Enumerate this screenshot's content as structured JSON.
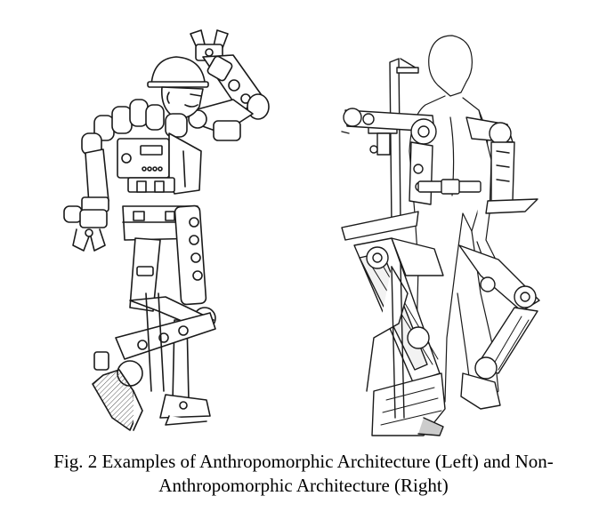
{
  "caption": {
    "line1": "Fig. 2 Examples of Anthropomorphic Architecture (Left) and Non-",
    "line2": "Anthropomorphic Architecture (Right)"
  },
  "colors": {
    "ink": "#1a1a1a",
    "fill": "#ffffff",
    "shade": "#9a9a9a"
  },
  "figure": {
    "left_panel": "anthropomorphic-exoskeleton-drawing",
    "right_panel": "non-anthropomorphic-exoskeleton-drawing"
  }
}
